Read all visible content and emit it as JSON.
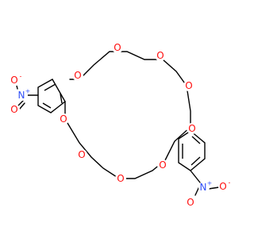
{
  "molecule": {
    "colors": {
      "bond": "#000000",
      "oxygen": "#ff0d0d",
      "nitrogen": "#3050f8",
      "background": "#ffffff"
    },
    "ring_oxygen_symbol": "O",
    "nitro_groups": [
      {
        "nitrogen_symbol": "N",
        "nitrogen_charge": "+",
        "oxygen_minus_symbol": "O",
        "oxygen_charge": "-",
        "oxygen_double_symbol": "O"
      },
      {
        "nitrogen_symbol": "N",
        "nitrogen_charge": "+",
        "oxygen_minus_symbol": "O",
        "oxygen_charge": "-",
        "oxygen_double_symbol": "O"
      }
    ]
  }
}
